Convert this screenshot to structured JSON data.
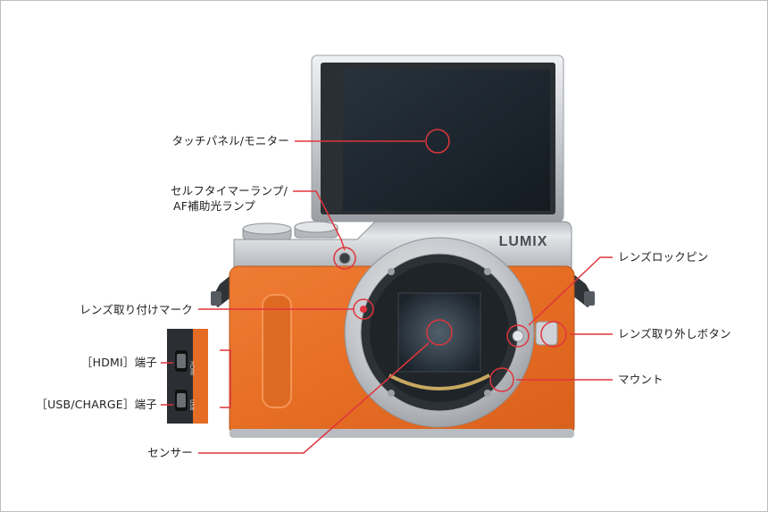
{
  "brand": "LUMIX",
  "port_labels": {
    "hdmi": "HDMI",
    "usb": "USB"
  },
  "labels": {
    "touch_panel": "タッチパネル/モニター",
    "self_timer_line1": "セルフタイマーランプ/",
    "self_timer_line2": "AF補助光ランプ",
    "lens_mount_mark": "レンズ取り付けマーク",
    "hdmi_port": "［HDMI］端子",
    "usb_port": "［USB/CHARGE］端子",
    "sensor": "センサー",
    "lens_lock_pin": "レンズロックピン",
    "lens_release_button": "レンズ取り外しボタン",
    "mount": "マウント"
  },
  "colors": {
    "callout_line": "#e0353c",
    "leather": "#e8722b",
    "silver": "#c9ccd0",
    "screen": "#1f2a33"
  }
}
